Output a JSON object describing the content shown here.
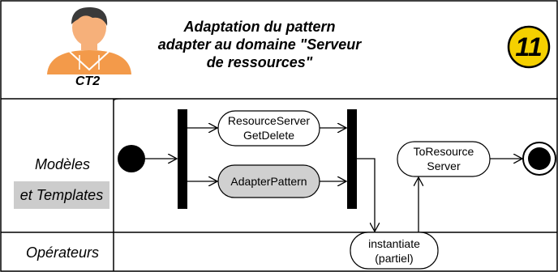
{
  "header": {
    "title_lines": [
      "Adaptation du pattern",
      "adapter au domaine \"Serveur",
      "de ressources\""
    ],
    "user_label": "CT2",
    "badge_number": "11",
    "user_icon": "user-avatar-icon"
  },
  "lanes": [
    {
      "label_lines": [
        "Modèles",
        "et Templates"
      ]
    },
    {
      "label": "Opérateurs"
    }
  ],
  "nodes": {
    "resource_server": [
      "ResourceServer",
      "GetDelete"
    ],
    "adapter_pattern": "AdapterPattern",
    "to_resource_server": [
      "ToResource",
      "Server"
    ],
    "instantiate": [
      "instantiate",
      "(partiel)"
    ]
  },
  "colors": {
    "badge_fill": "#f5d000",
    "adapter_fill": "#d0d0d0",
    "avatar_orange": "#f39a4a",
    "avatar_hair": "#3a3a3a",
    "lane_highlight": "#cccccc"
  }
}
